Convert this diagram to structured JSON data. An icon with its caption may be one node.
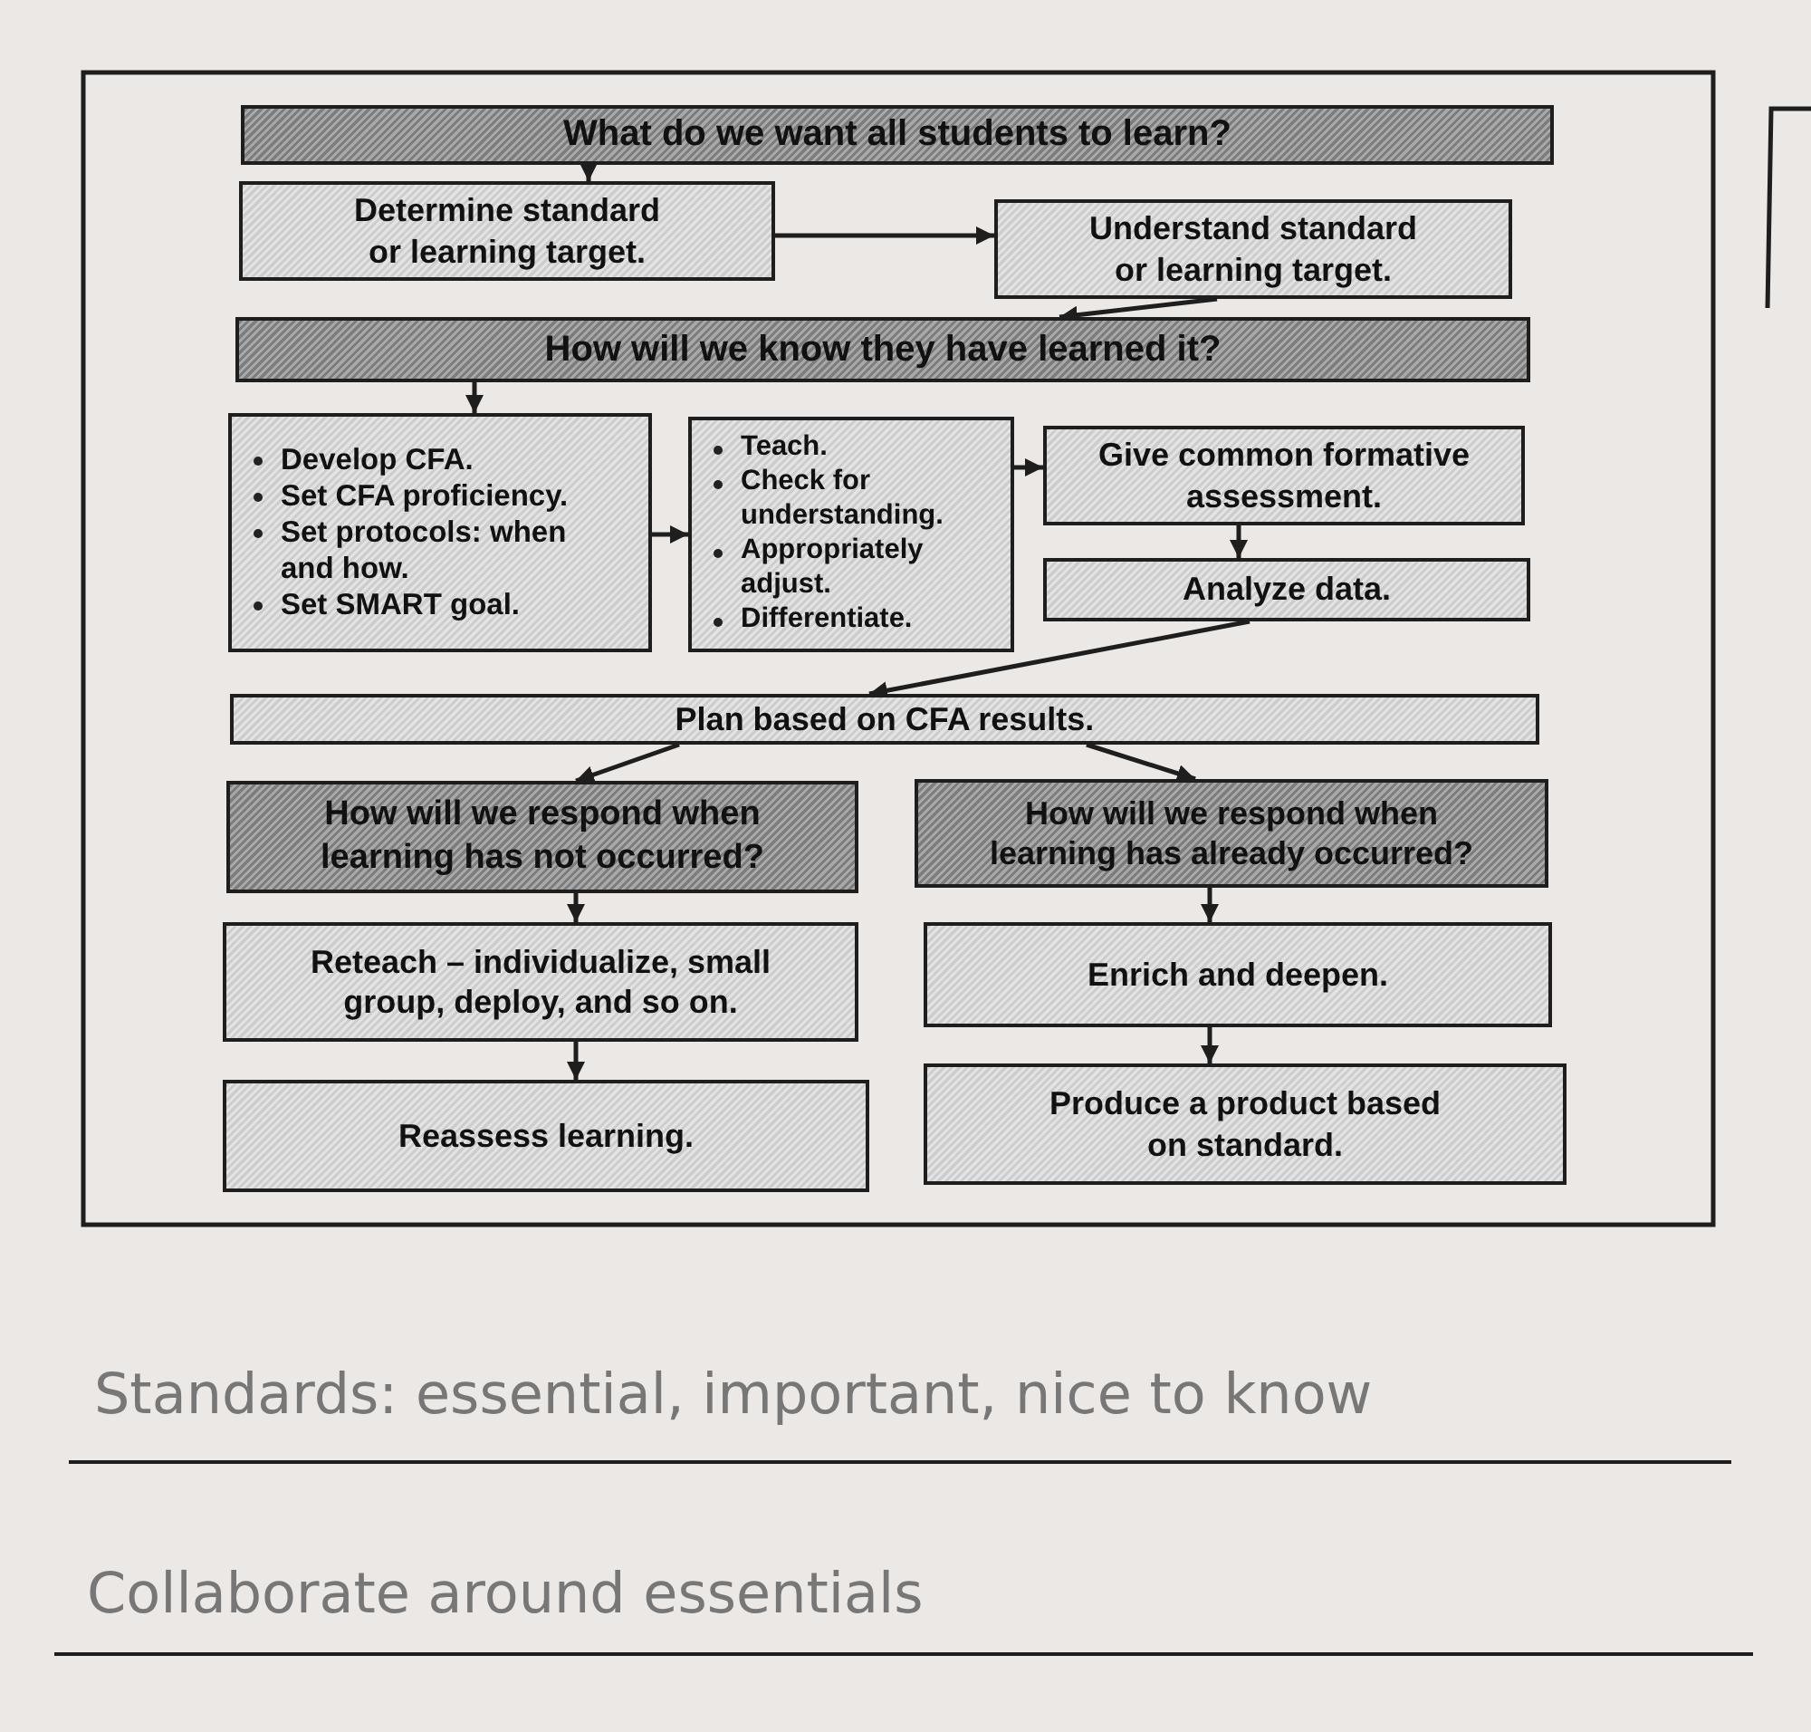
{
  "diagram": {
    "nodes": [
      {
        "text": [
          "What do we want all students to learn?"
        ]
      },
      {
        "text": [
          "Determine standard or learning target."
        ]
      },
      {
        "text": [
          "Understand standard or learning target."
        ]
      },
      {
        "text": [
          "How will we know they have learned it?"
        ]
      },
      {
        "text": [
          "Develop CFA.",
          "Set CFA proficiency.",
          "Set protocols: when and how.",
          "Set SMART goal."
        ]
      },
      {
        "text": [
          "Teach.",
          "Check for understanding.",
          "Appropriately adjust.",
          "Differentiate."
        ]
      },
      {
        "text": [
          "Give common formative assessment."
        ]
      },
      {
        "text": [
          "Analyze data."
        ]
      },
      {
        "text": [
          "Plan based on CFA results."
        ]
      },
      {
        "text": [
          "How will we respond when learning has not occurred?"
        ]
      },
      {
        "text": [
          "How will we respond when learning has already occurred?"
        ]
      },
      {
        "text": [
          "Reteach – individualize, small group, deploy, and so on."
        ]
      },
      {
        "text": [
          "Enrich and deepen."
        ]
      },
      {
        "text": [
          "Reassess learning."
        ]
      },
      {
        "text": [
          "Produce a product based on standard."
        ]
      }
    ],
    "edges": [
      {
        "from": 0,
        "to": 1,
        "arrow": "to"
      },
      {
        "from": 1,
        "to": 2,
        "arrow": "to"
      },
      {
        "from": 2,
        "to": 3,
        "arrow": "to"
      },
      {
        "from": 3,
        "to": 4,
        "arrow": "to"
      },
      {
        "from": 4,
        "to": 5,
        "arrow": "to"
      },
      {
        "from": 5,
        "to": 6,
        "arrow": "to"
      },
      {
        "from": 6,
        "to": 7,
        "arrow": "to"
      },
      {
        "from": 7,
        "to": 8,
        "arrow": "to"
      },
      {
        "from": 8,
        "to": 9,
        "arrow": "to"
      },
      {
        "from": 8,
        "to": 10,
        "arrow": "to"
      },
      {
        "from": 9,
        "to": 11,
        "arrow": "to"
      },
      {
        "from": 11,
        "to": 13,
        "arrow": "to"
      },
      {
        "from": 10,
        "to": 12,
        "arrow": "to"
      },
      {
        "from": 12,
        "to": 14,
        "arrow": "to"
      }
    ],
    "labels": [
      "Standards: essential, important, nice to know",
      "Collaborate around essentials"
    ]
  }
}
